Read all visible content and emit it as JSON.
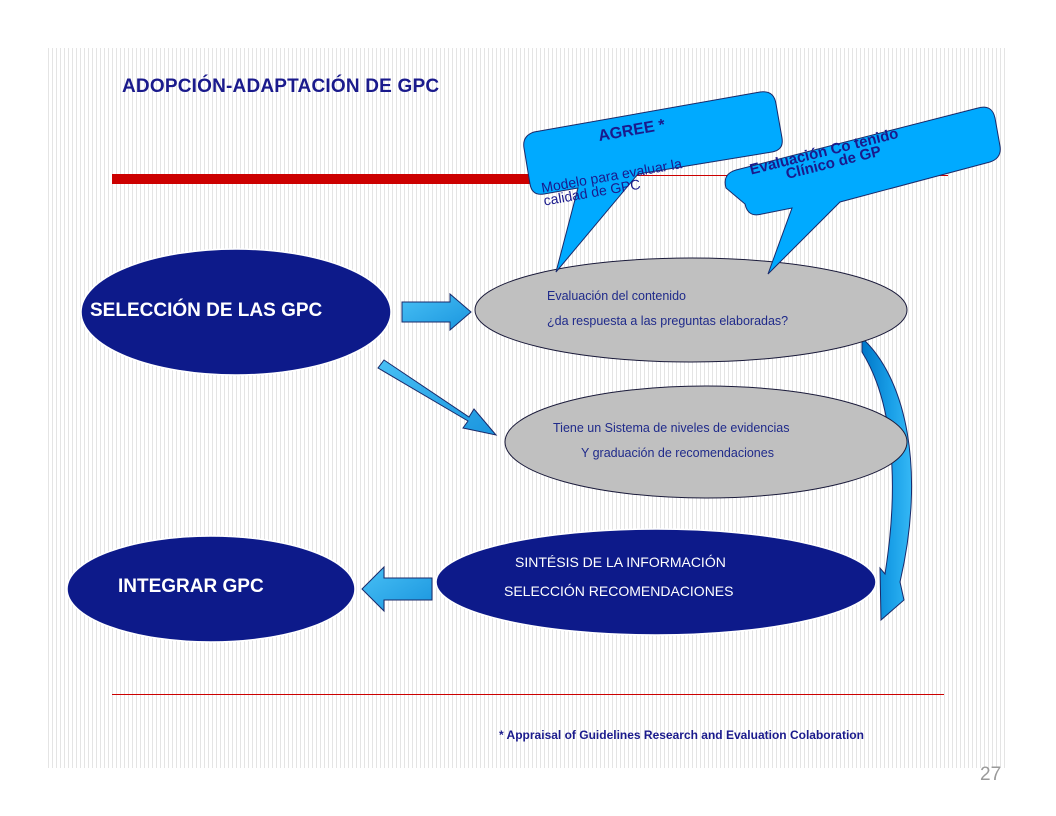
{
  "title": "ADOPCIÓN-ADAPTACIÓN DE GPC",
  "page_number": "27",
  "footnote": "* Appraisal of Guidelines Research and Evaluation Colaboration",
  "callouts": {
    "agree": {
      "heading": "AGREE  *",
      "line1": "Modelo para evaluar la",
      "line2": "calidad de GPC"
    },
    "evaluacion": {
      "line1": "Evaluación Co   tenido",
      "line2": "Clínico de GP"
    }
  },
  "nodes": {
    "seleccion": "SELECCIÓN DE LAS GPC",
    "integrar": "INTEGRAR GPC",
    "contenido": {
      "line1": "Evaluación del contenido",
      "line2": "¿da respuesta a las preguntas elaboradas?"
    },
    "niveles": {
      "line1": "Tiene un Sistema de niveles de evidencias",
      "line2": "Y graduación de  recomendaciones"
    },
    "sintesis": {
      "line1": "SINTÉSIS DE LA INFORMACIÓN",
      "line2": "SELECCIÓN RECOMENDACIONES"
    }
  },
  "colors": {
    "navy_node": "#0d1a8a",
    "grey_node": "#c0c0c0",
    "arrow_blue": "#2aa8e8",
    "callout_blue": "#00aaff",
    "accent_red": "#cc0000",
    "title_text": "#1a1a8c"
  }
}
